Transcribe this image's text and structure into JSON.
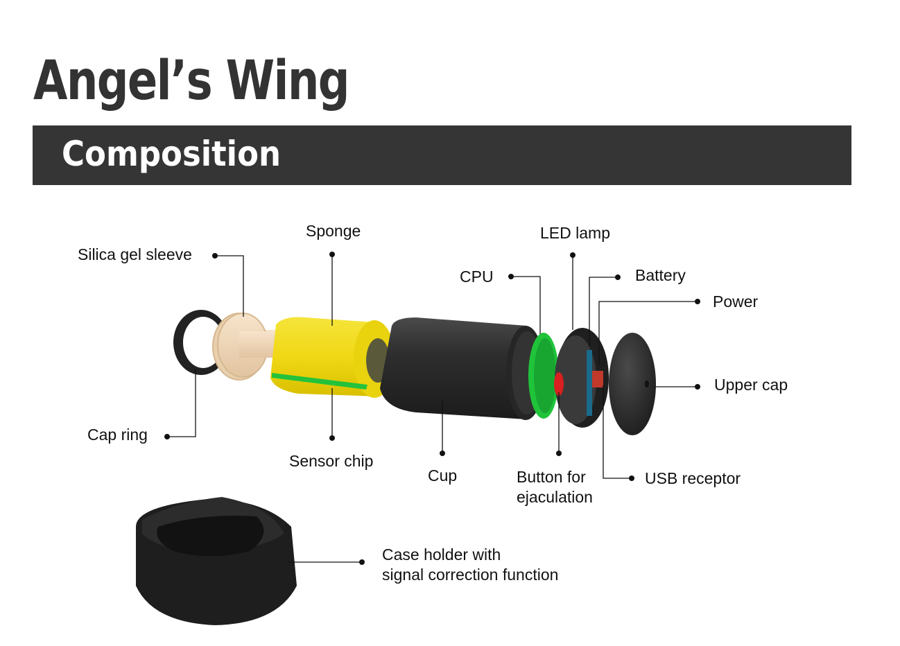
{
  "header": {
    "title": "Angel’s Wing",
    "section": "Composition"
  },
  "labels": {
    "silica_gel_sleeve": "Silica gel sleeve",
    "sponge": "Sponge",
    "led_lamp": "LED lamp",
    "cpu": "CPU",
    "battery": "Battery",
    "power": "Power",
    "upper_cap": "Upper cap",
    "cap_ring": "Cap ring",
    "sensor_chip": "Sensor chip",
    "cup": "Cup",
    "button_line1": "Button for",
    "button_line2": "ejaculation",
    "usb_receptor": "USB receptor",
    "case_line1": "Case holder with",
    "case_line2": "signal correction function"
  },
  "colors": {
    "banner": "#353535",
    "sponge": "#f2de1c",
    "pcb": "#1fc43a",
    "button": "#d91f1f",
    "sleeve": "#f0d7b8",
    "body": "#2c2c2c"
  }
}
